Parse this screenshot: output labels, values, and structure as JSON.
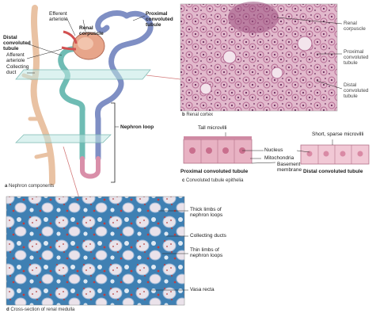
{
  "labels": {
    "efferent_arteriole": "Efferent\narteriole",
    "renal_corpuscle": "Renal\ncorpuscle",
    "proximal_convoluted_tubule": "Proximal\nconvoluted\ntubule",
    "distal_convoluted_tubule": "Distal\nconvoluted\ntubule",
    "afferent_arteriole": "Afferent\narteriole",
    "collecting_duct": "Collecting\nduct",
    "nephron_loop": "Nephron loop",
    "micro_renal_corpuscle": "Renal\ncorpuscle",
    "micro_proximal": "Proximal\nconvoluted\ntubule",
    "micro_distal": "Distal\nconvoluted\ntubule",
    "tall_microvilli": "Tall microvilli",
    "short_microvilli": "Short, sparse microvilli",
    "nucleus": "Nucleus",
    "mitochondria": "Mitochondria",
    "basement_membrane": "Basement\nmembrane",
    "epi_proximal": "Proximal convoluted tubule",
    "epi_distal": "Distal convoluted tubule",
    "thick_limbs": "Thick limbs of\nnephron loops",
    "collecting_ducts": "Collecting ducts",
    "thin_limbs": "Thin limbs of\nnephron loops",
    "vasa_recta": "Vasa recta"
  },
  "panels": {
    "a": {
      "letter": "a",
      "caption": "Nephron components"
    },
    "b": {
      "letter": "b",
      "caption": "Renal cortex"
    },
    "c": {
      "letter": "c",
      "caption": "Convoluted tubule epithelia"
    },
    "d": {
      "letter": "d",
      "caption": "Cross-section of renal medulla"
    }
  },
  "colors": {
    "tubule_blue": "#7f8fc4",
    "tubule_teal": "#6fbcb4",
    "corpuscle_pink": "#e7a58a",
    "duct_tan": "#e9c2a3",
    "histology_pink": "#d8a3bf",
    "medulla_blue": "#3d7fb0",
    "vessel_red": "#c63b3b",
    "epithelium_pink": "#e8b2c3"
  }
}
